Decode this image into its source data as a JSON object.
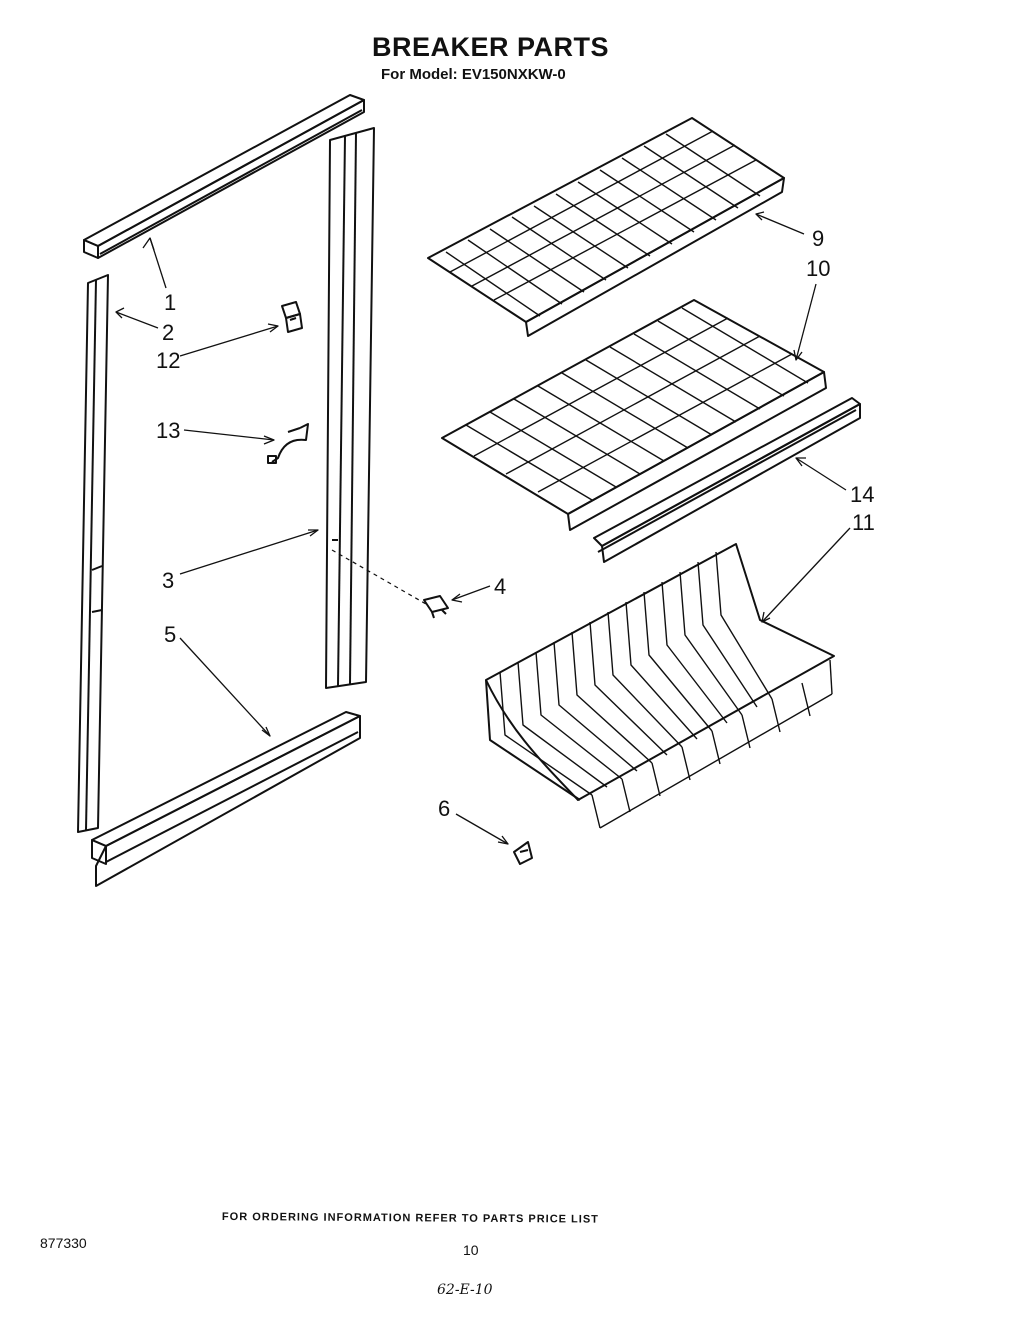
{
  "header": {
    "title": "BREAKER PARTS",
    "subtitle": "For Model: EV150NXKW-0"
  },
  "callouts": [
    {
      "id": "1",
      "label": "1"
    },
    {
      "id": "2",
      "label": "2"
    },
    {
      "id": "12",
      "label": "12"
    },
    {
      "id": "13",
      "label": "13"
    },
    {
      "id": "3",
      "label": "3"
    },
    {
      "id": "4",
      "label": "4"
    },
    {
      "id": "5",
      "label": "5"
    },
    {
      "id": "6",
      "label": "6"
    },
    {
      "id": "9",
      "label": "9"
    },
    {
      "id": "10",
      "label": "10"
    },
    {
      "id": "14",
      "label": "14"
    },
    {
      "id": "11",
      "label": "11"
    }
  ],
  "footer": {
    "ordering_note": "FOR ORDERING INFORMATION REFER TO PARTS PRICE LIST",
    "document_number": "877330",
    "page_number": "10",
    "handwritten_code": "62-E-10"
  }
}
